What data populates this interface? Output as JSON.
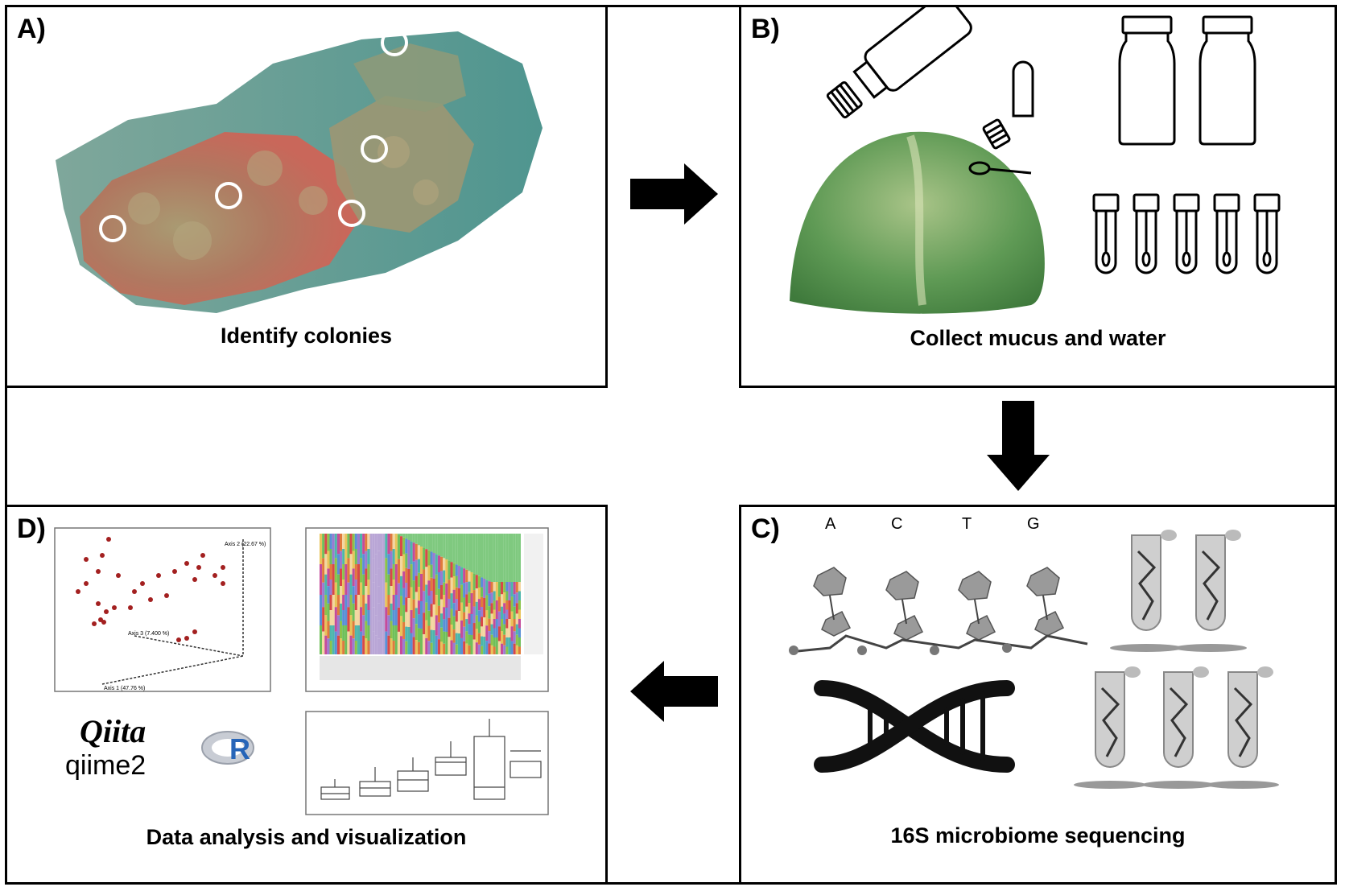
{
  "panels": {
    "a": {
      "label": "A)",
      "caption": "Identify colonies"
    },
    "b": {
      "label": "B)",
      "caption": "Collect mucus and water"
    },
    "c": {
      "label": "C)",
      "caption": "16S microbiome sequencing",
      "bases": [
        "A",
        "C",
        "T",
        "G"
      ]
    },
    "d": {
      "label": "D)",
      "caption": "Data analysis and visualization",
      "pcoa_axes": [
        "Axis 2 (22.67 %)",
        "Axis 3 (7.400 %)",
        "Axis 1 (47.76 %)"
      ],
      "logos": {
        "qiita": "Qiita",
        "qiime": "qiime2",
        "r": "R"
      }
    }
  },
  "icons": [
    "right-arrow-icon",
    "down-arrow-icon",
    "left-arrow-icon",
    "bottle-icon",
    "swab-tube-icon",
    "dna-helix-icon"
  ]
}
